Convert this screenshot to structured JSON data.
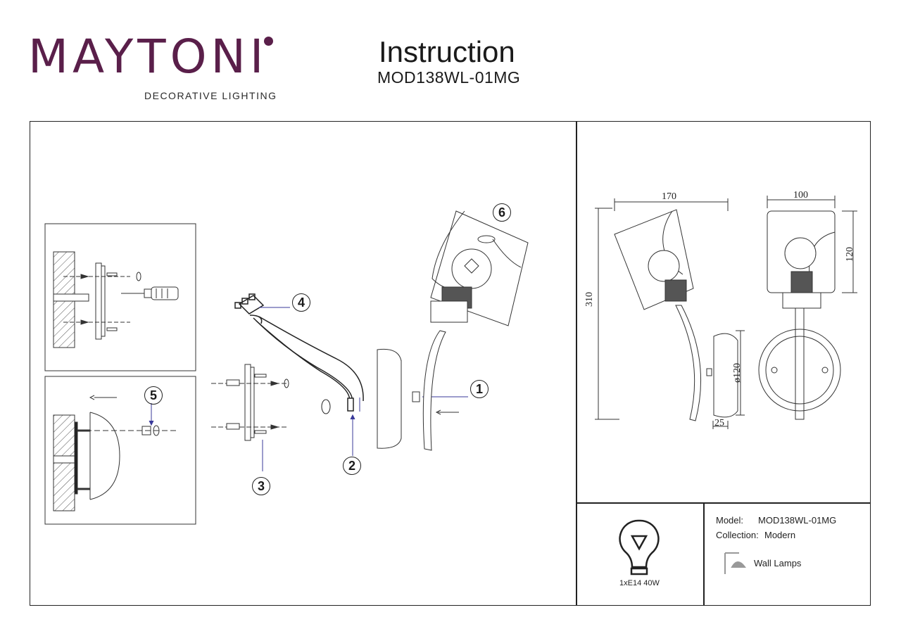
{
  "header": {
    "brand_name": "MAYTONI",
    "brand_tagline": "DECORATIVE LIGHTING",
    "title": "Instruction",
    "model_code": "MOD138WL-01MG"
  },
  "assembly": {
    "callouts": [
      "1",
      "2",
      "3",
      "4",
      "5",
      "6"
    ]
  },
  "dimensions": {
    "width_front": "170",
    "width_side": "100",
    "height_total": "310",
    "height_shade": "120",
    "base_diameter": "ø120",
    "base_depth": "25"
  },
  "spec": {
    "bulb": "1xE14 40W",
    "model_label": "Model:",
    "model_value": "MOD138WL-01MG",
    "collection_label": "Collection:",
    "collection_value": "Modern",
    "category": "Wall Lamps"
  }
}
